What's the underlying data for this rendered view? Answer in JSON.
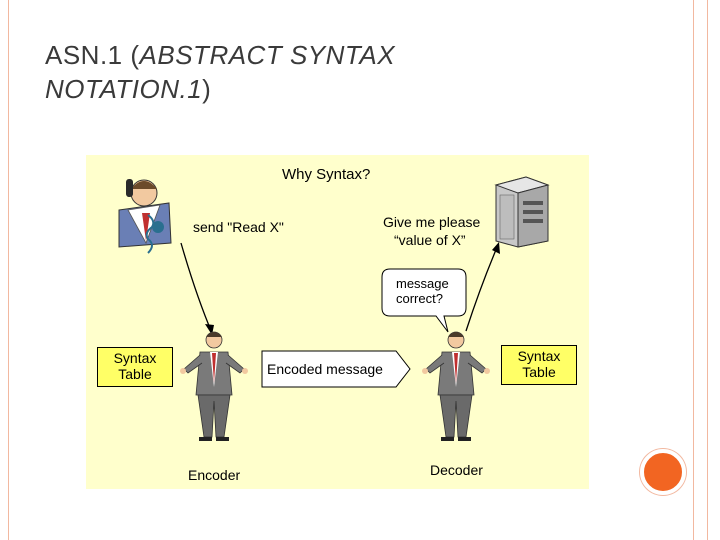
{
  "slide": {
    "title_plain": "ASN.1 (",
    "title_italic_1": "ABSTRACT SYNTAX NOTATION.1",
    "title_close": ")"
  },
  "diagram": {
    "heading": "Why Syntax?",
    "send_label": "send \"Read X\"",
    "request_line1": "Give me please",
    "request_line2": "“value of X”",
    "bubble_line1": "message",
    "bubble_line2": "correct?",
    "left_table_line1": "Syntax",
    "left_table_line2": "Table",
    "right_table_line1": "Syntax",
    "right_table_line2": "Table",
    "message_label": "Encoded message",
    "encoder_label": "Encoder",
    "decoder_label": "Decoder"
  },
  "colors": {
    "figure_bg": "#ffffcc",
    "table_box": "#ffff66",
    "accent_dot": "#f26522"
  }
}
